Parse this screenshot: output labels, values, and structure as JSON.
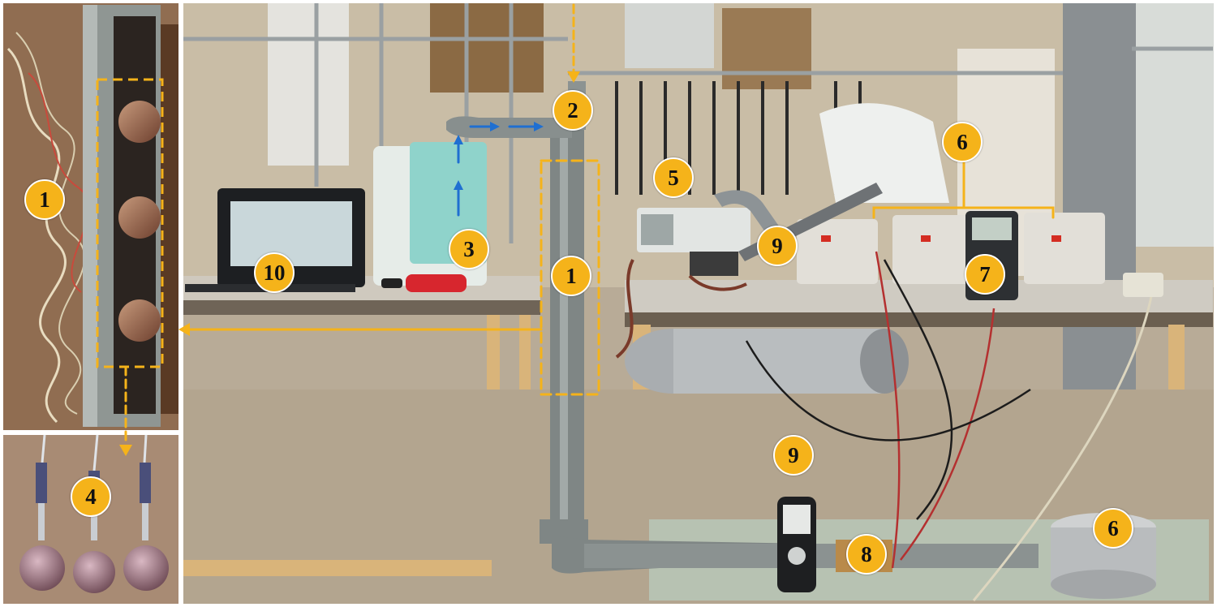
{
  "colors": {
    "marker": "#f5b31a",
    "flow_arrow": "#1f6fd1",
    "callout": "#f5b31a"
  },
  "labels": {
    "inset_1": "1",
    "inset_4": "4",
    "m1": "1",
    "m2": "2",
    "m3": "3",
    "m5": "5",
    "m6_top": "6",
    "m6_bottom": "6",
    "m7": "7",
    "m8": "8",
    "m9_upper": "9",
    "m9_lower": "9",
    "m10": "10"
  }
}
